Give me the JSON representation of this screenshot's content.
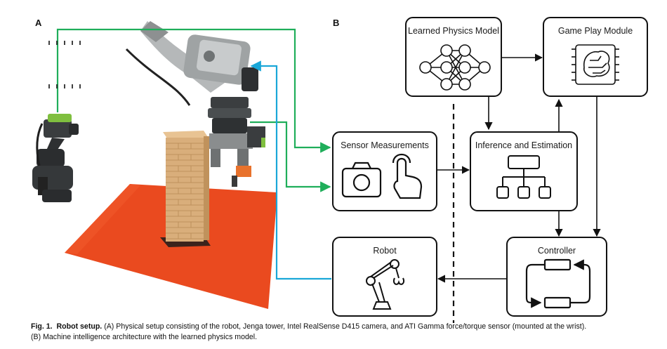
{
  "panels": {
    "a_label": "A",
    "b_label": "B"
  },
  "boxes": {
    "learned_physics": "Learned Physics Model",
    "game_play": "Game Play Module",
    "sensor": "Sensor Measurements",
    "inference": "Inference and Estimation",
    "robot": "Robot",
    "controller": "Controller"
  },
  "caption": {
    "fig_label": "Fig. 1.",
    "title": "Robot setup.",
    "part_a_tag": "(A)",
    "part_a_text": "Physical setup consisting of the robot, Jenga tower, Intel RealSense D415 camera, and ATI Gamma force/torque sensor (mounted at the wrist).",
    "part_b_tag": "(B)",
    "part_b_text": "Machine intelligence architecture with the learned physics model."
  },
  "colors": {
    "green_arrow": "#1fae5a",
    "blue_arrow": "#1aa7d8",
    "mat": "#ea4a1f",
    "wood": "#dcb27e"
  }
}
